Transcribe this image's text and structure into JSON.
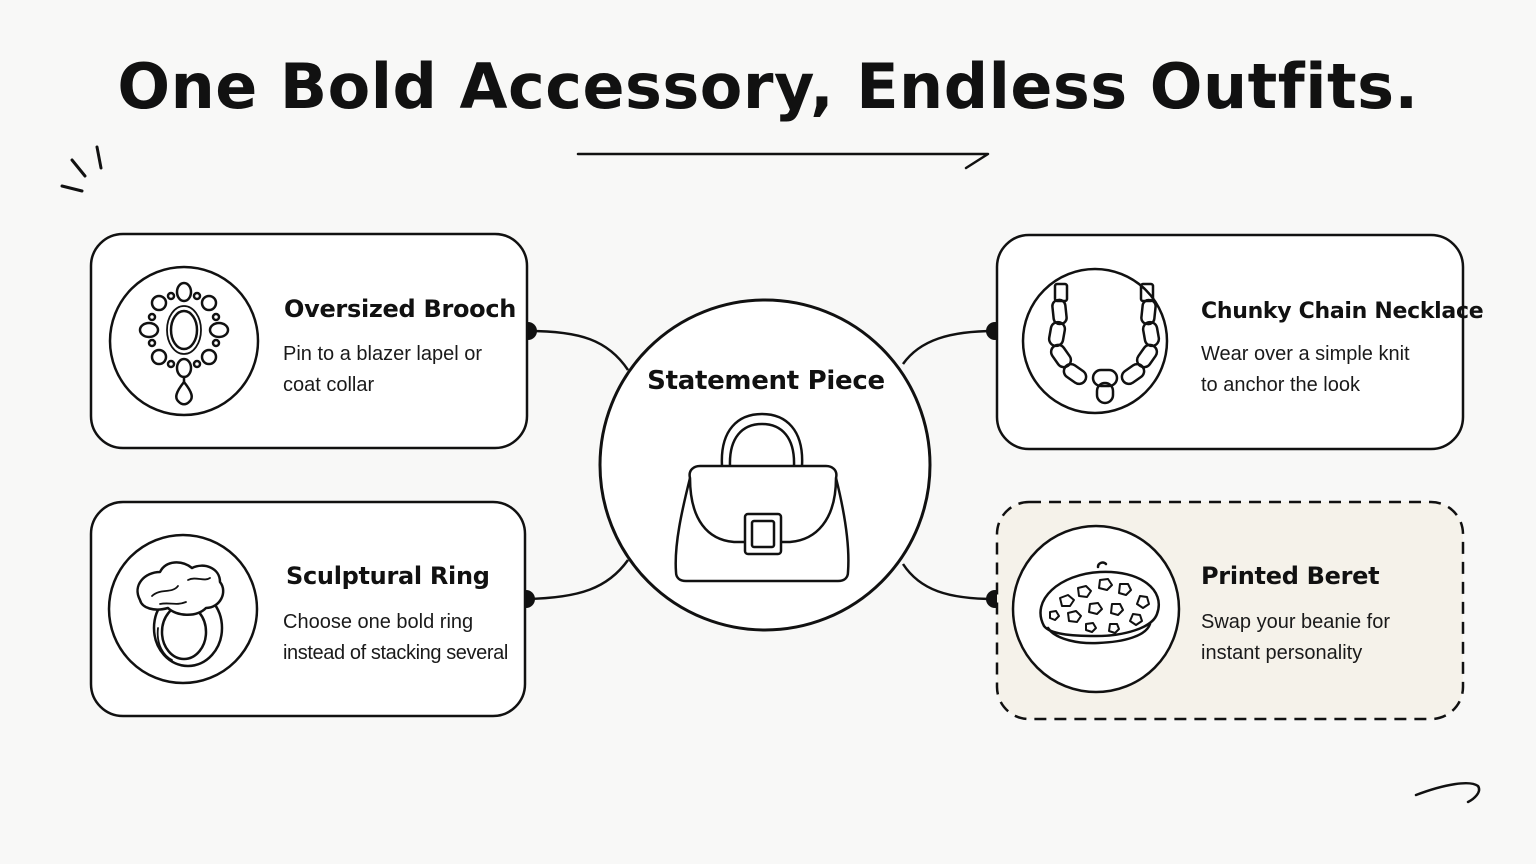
{
  "title": "One Bold Accessory, Endless Outfits.",
  "hub": {
    "label": "Statement Piece",
    "icon": "handbag-icon"
  },
  "cards": [
    {
      "title": "Oversized Brooch",
      "line1": "Pin to a blazer lapel or",
      "line2": "coat collar",
      "icon": "brooch-icon"
    },
    {
      "title": "Chunky Chain Necklace",
      "line1": "Wear over a simple knit",
      "line2": "to anchor the look",
      "icon": "chain-necklace-icon"
    },
    {
      "title": "Sculptural Ring",
      "line1": "Choose one bold ring",
      "line2": "instead of stacking several",
      "icon": "ring-icon"
    },
    {
      "title": "Printed Beret",
      "line1": "Swap your beanie for",
      "line2": "instant personality",
      "icon": "beret-icon",
      "style": "dashed",
      "fill": "#f5f2ea"
    }
  ],
  "colors": {
    "ink": "#111111",
    "background": "#f8f8f7",
    "highlight_card": "#f5f2ea"
  }
}
